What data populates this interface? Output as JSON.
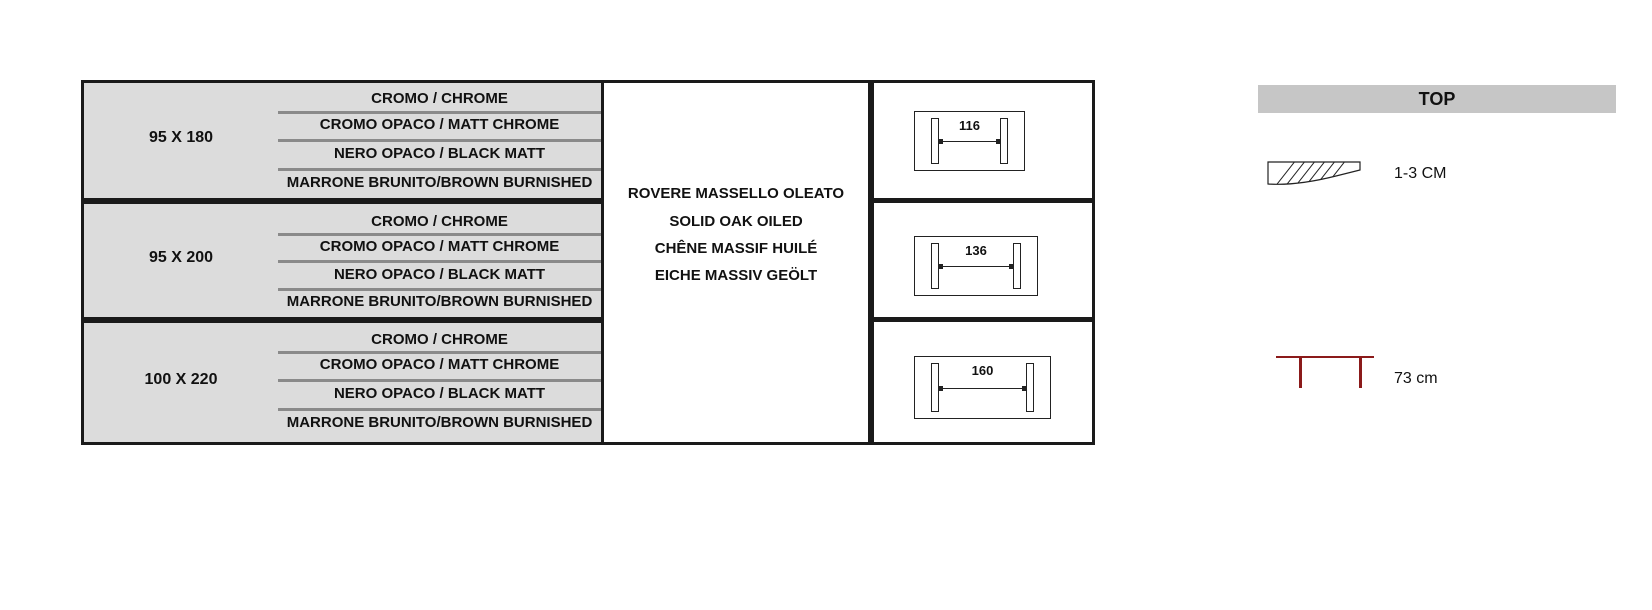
{
  "sizes": [
    {
      "label": "95 X 180",
      "finishes": [
        "CROMO / CHROME",
        "CROMO OPACO / MATT CHROME",
        "NERO OPACO / BLACK MATT",
        "MARRONE BRUNITO/BROWN BURNISHED"
      ],
      "dimension": "116"
    },
    {
      "label": "95 X 200",
      "finishes": [
        "CROMO / CHROME",
        "CROMO OPACO / MATT CHROME",
        "NERO OPACO / BLACK MATT",
        "MARRONE BRUNITO/BROWN BURNISHED"
      ],
      "dimension": "136"
    },
    {
      "label": "100 X 220",
      "finishes": [
        "CROMO / CHROME",
        "CROMO OPACO / MATT CHROME",
        "NERO OPACO / BLACK MATT",
        "MARRONE BRUNITO/BROWN BURNISHED"
      ],
      "dimension": "160"
    }
  ],
  "wood": [
    "ROVERE MASSELLO OLEATO",
    "SOLID OAK  OILED",
    "CHÊNE MASSIF HUILÉ",
    "EICHE MASSIV GEÖLT"
  ],
  "top_panel": {
    "title": "TOP",
    "thickness": "1-3 CM",
    "height": "73 cm",
    "leg_color": "#8b1a1a"
  }
}
